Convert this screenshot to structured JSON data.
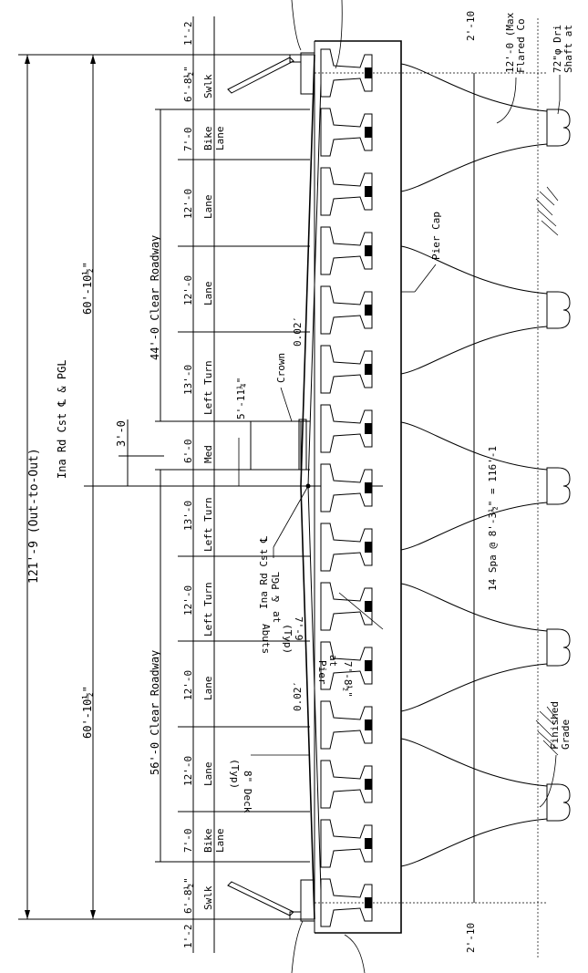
{
  "overall": {
    "width_label": "121'-9 (Out-to-Out)"
  },
  "cl": {
    "ina_label": "Ina Rd Cst ℄ & PGL",
    "ina_label2": "Ina Rd Cst ℄",
    "ina_label2b": "& PGL"
  },
  "halves": {
    "top": "60'-10½\"",
    "bottom": "60'-10½\"",
    "crown_offset": "3'-0"
  },
  "roadways": {
    "top": "44'-0 Clear Roadway",
    "bottom": "56'-0 Clear Roadway"
  },
  "edge": {
    "top": "1'-2",
    "bottom": "1'-2"
  },
  "lanes": [
    {
      "dim": "6'-8½\"",
      "name1": "Swlk",
      "name2": ""
    },
    {
      "dim": "7'-0",
      "name1": "Bike",
      "name2": "Lane"
    },
    {
      "dim": "12'-0",
      "name1": "Lane",
      "name2": ""
    },
    {
      "dim": "12'-0",
      "name1": "Lane",
      "name2": ""
    },
    {
      "dim": "13'-0",
      "name1": "Left Turn",
      "name2": ""
    },
    {
      "dim": "6'-0",
      "name1": "Med",
      "name2": ""
    },
    {
      "dim": "13'-0",
      "name1": "Left Turn",
      "name2": ""
    },
    {
      "dim": "12'-0",
      "name1": "Left Turn",
      "name2": ""
    },
    {
      "dim": "12'-0",
      "name1": "Lane",
      "name2": ""
    },
    {
      "dim": "12'-0",
      "name1": "Lane",
      "name2": ""
    },
    {
      "dim": "7'-0",
      "name1": "Bike",
      "name2": "Lane"
    },
    {
      "dim": "6'-8½\"",
      "name1": "Swlk",
      "name2": ""
    }
  ],
  "notes": {
    "crown": "Crown",
    "median_offset": "5'-11¼\"",
    "slope_top": "0.02′",
    "slope_bottom": "0.02′",
    "deck1": "8\" Deck",
    "deck2": "(Typ)",
    "pier_cap": "Pier Cap",
    "girder_spacing": "14 Spa @ 8'-3½\" = 116'-1",
    "pier_dim1": "7'-8½\"",
    "pier_dim2": "at",
    "pier_dim3": "Pier",
    "abut_dim1": "7'-9",
    "abut_dim2": "(Typ)",
    "abut_dim3": "at",
    "abut_dim4": "Abuts",
    "cap_over": "2'-10",
    "cap_over_b": "2'-10",
    "flared1": "12'-0 (Max",
    "flared2": "Flared Co",
    "shaft1": "72\"φ Dri",
    "shaft2": "Shaft at",
    "finished1": "Finished",
    "finished2": "Grade"
  }
}
